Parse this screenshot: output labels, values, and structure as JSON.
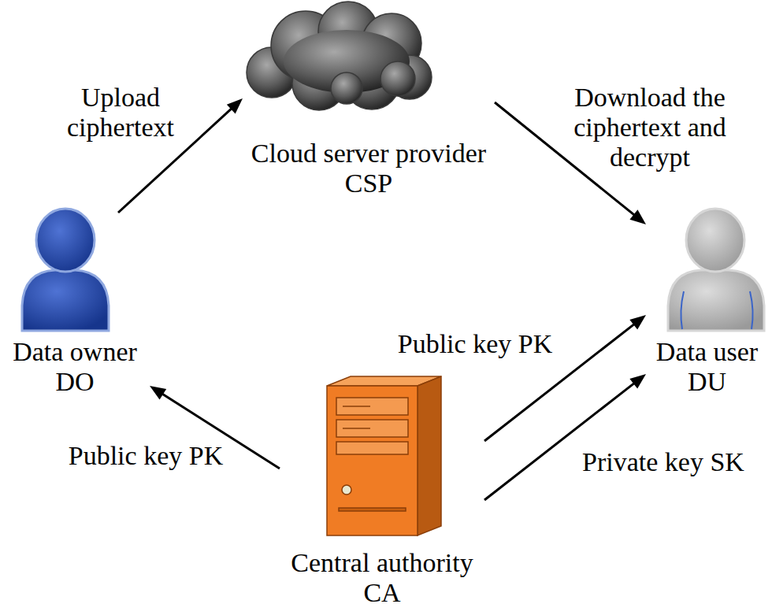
{
  "diagram": {
    "nodes": [
      {
        "text": [
          "Cloud server provider CSP"
        ]
      },
      {
        "text": [
          "Data owner DO"
        ]
      },
      {
        "text": [
          "Data user DU"
        ]
      },
      {
        "text": [
          "Central authority CA"
        ]
      }
    ],
    "edges": [
      {
        "from": 1,
        "to": 0,
        "arrow": "to",
        "label": "Upload ciphertext"
      },
      {
        "from": 0,
        "to": 2,
        "arrow": "to",
        "label": "Download the ciphertext and decrypt"
      },
      {
        "from": 3,
        "to": 1,
        "arrow": "to",
        "label": "Public key PK"
      },
      {
        "from": 3,
        "to": 2,
        "arrow": "to",
        "label": "Public key PK"
      },
      {
        "from": 3,
        "to": 2,
        "arrow": "to",
        "label": "Private key SK"
      }
    ]
  }
}
